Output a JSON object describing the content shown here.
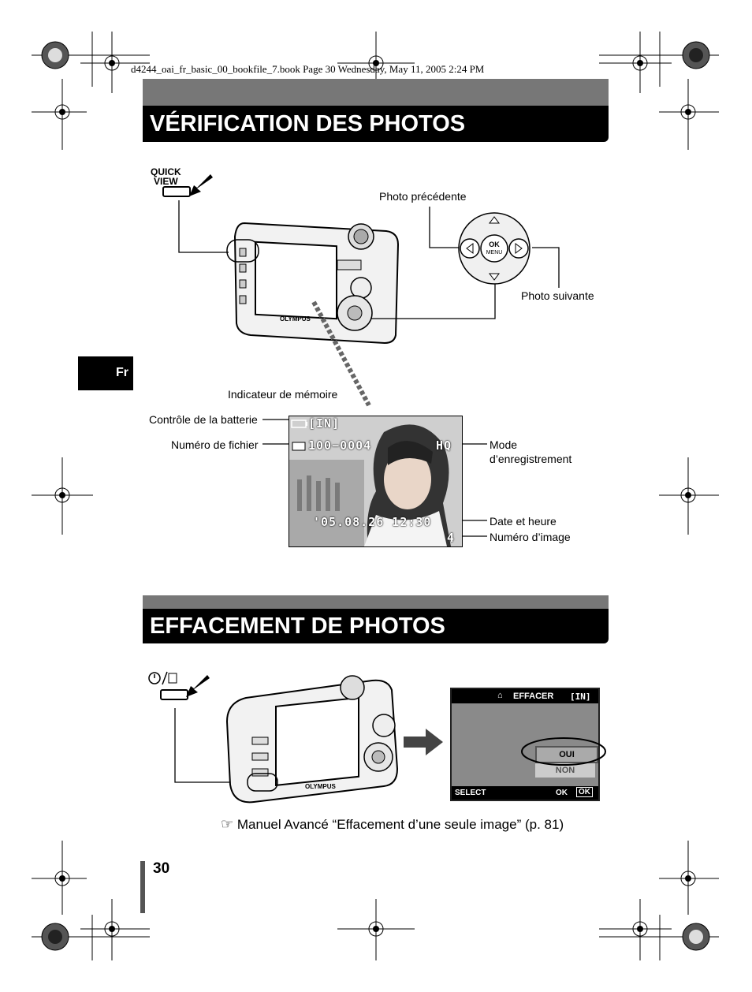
{
  "header": {
    "file_line": "d4244_oai_fr_basic_00_bookfile_7.book  Page 30  Wednesday, May 11, 2005  2:24 PM"
  },
  "section1": {
    "title": "VÉRIFICATION DES PHOTOS",
    "button_label_line1": "QUICK",
    "button_label_line2": "VIEW",
    "photo_prev": "Photo précédente",
    "photo_next": "Photo suivante",
    "ok_label": "OK",
    "menu_label": "MENU",
    "camera_brand": "OLYMPUS",
    "labels": {
      "memory": "Indicateur de mémoire",
      "battery": "Contrôle de la batterie",
      "file_number": "Numéro de fichier",
      "record_mode_1": "Mode",
      "record_mode_2": "d’enregistrement",
      "date_time": "Date et heure",
      "image_number": "Numéro d’image"
    },
    "lcd": {
      "memory_icon": "[IN]",
      "file_no": "100−0004",
      "quality": "HQ",
      "datetime": "'05.08.26  12:30",
      "image_count": "4"
    }
  },
  "tab_language": "Fr",
  "section2": {
    "title": "EFFACEMENT DE PHOTOS",
    "menu": {
      "title": "EFFACER",
      "memory": "[IN]",
      "option_yes": "OUI",
      "option_no": "NON",
      "footer_left": "SELECT",
      "footer_right": "OK"
    },
    "reference": "Manuel Avancé “Effacement d’une seule image” (p. 81)"
  },
  "page_number": "30",
  "colors": {
    "band_black": "#000000",
    "band_gray": "#777777"
  }
}
